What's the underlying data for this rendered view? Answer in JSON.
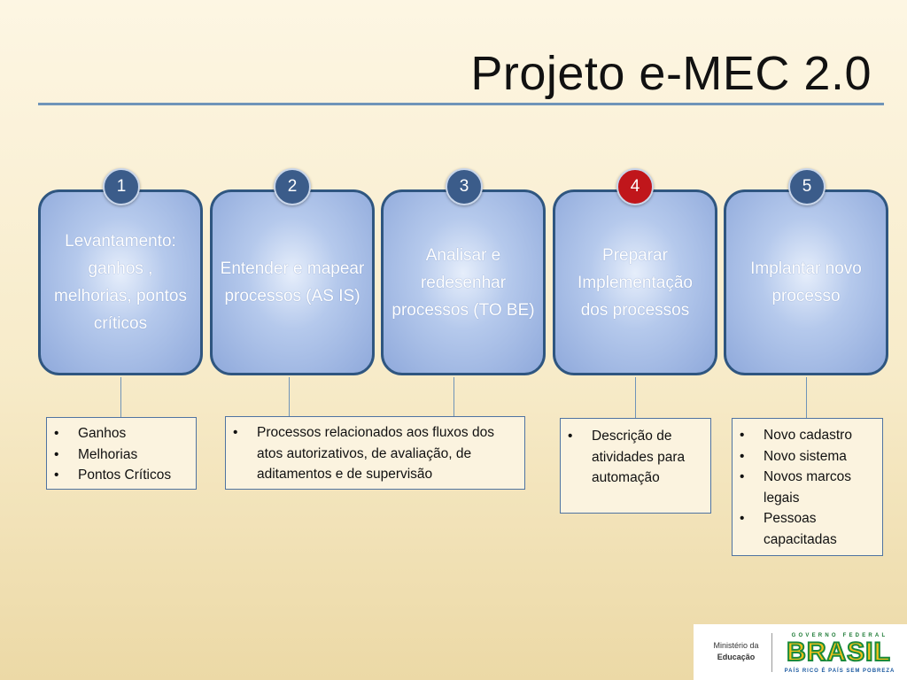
{
  "title": "Projeto e-MEC 2.0",
  "accent_color": "#2f5680",
  "active_badge_color": "#c0161b",
  "steps": [
    {
      "number": "1",
      "label": "Levantamento: ganhos , melhorias, pontos críticos",
      "active": false
    },
    {
      "number": "2",
      "label": "Entender e mapear processos (AS IS)",
      "active": false
    },
    {
      "number": "3",
      "label": "Analisar e redesenhar processos (TO BE)",
      "active": false
    },
    {
      "number": "4",
      "label": "Preparar Implementação dos processos",
      "active": true
    },
    {
      "number": "5",
      "label": "Implantar novo processo",
      "active": false
    }
  ],
  "notes": [
    {
      "items": [
        "Ganhos",
        "Melhorias",
        "Pontos Críticos"
      ]
    },
    {
      "items": [
        "Processos relacionados aos fluxos dos atos autorizativos, de avaliação, de aditamentos e de supervisão"
      ]
    },
    {
      "items": [
        "Descrição de atividades para automação"
      ]
    },
    {
      "items": [
        "Novo cadastro",
        "Novo sistema",
        "Novos marcos legais",
        "Pessoas capacitadas"
      ]
    }
  ],
  "footer": {
    "ministry_line1": "Ministério da",
    "ministry_line2": "Educação",
    "gov_label": "GOVERNO FEDERAL",
    "brand": "BRASIL",
    "slogan": "PAÍS RICO É PAÍS SEM POBREZA"
  }
}
